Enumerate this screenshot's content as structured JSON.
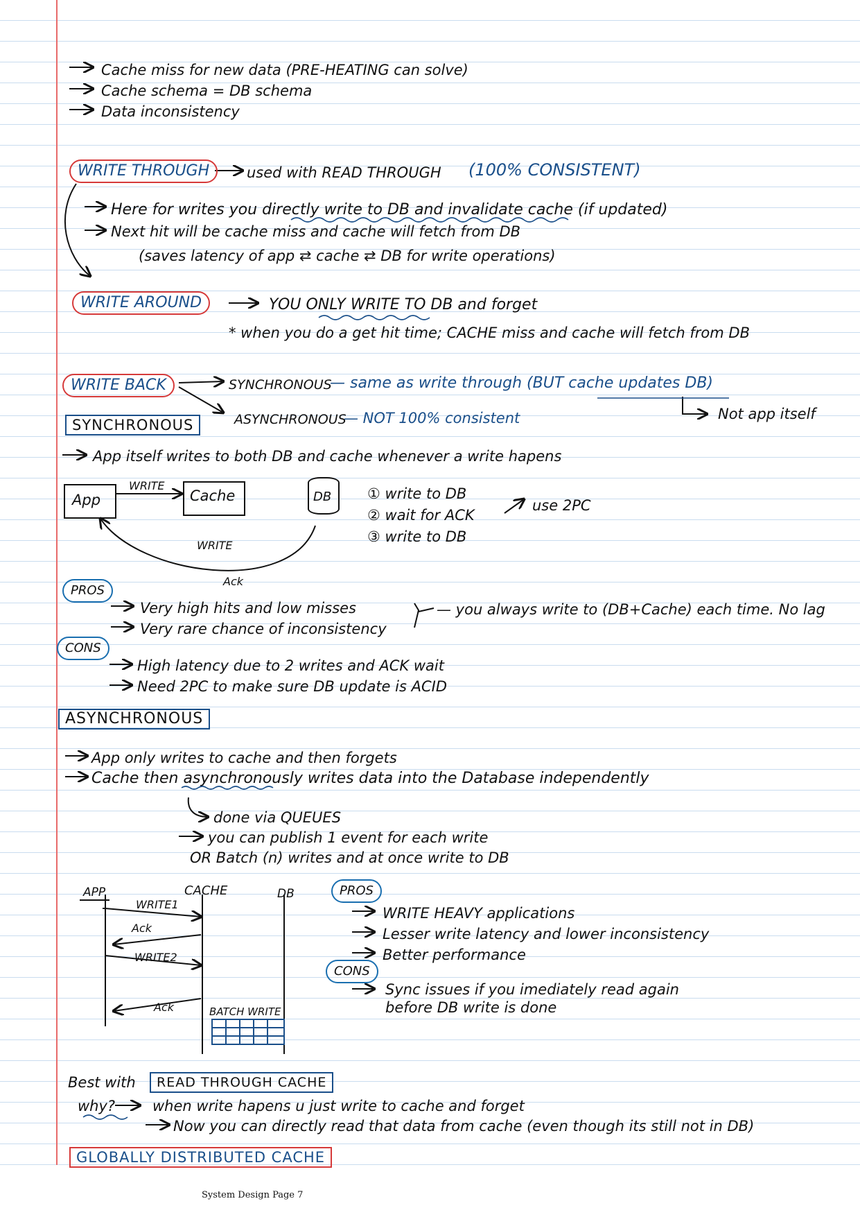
{
  "intro_lines": [
    "Cache miss for new data (PRE-HEATING can solve)",
    "Cache schema = DB schema",
    "Data inconsistency"
  ],
  "write_through": {
    "title": "WRITE THROUGH",
    "tagline": "used with READ THROUGH",
    "consistency": "(100% CONSISTENT)",
    "lines": [
      "Here for writes you directly write to DB and invalidate cache (if updated)",
      "Next hit will be cache miss and cache will fetch from DB",
      "(saves latency of app ⇄ cache ⇄ DB for write operations)"
    ]
  },
  "write_around": {
    "title": "WRITE AROUND",
    "line1": "YOU ONLY WRITE TO DB and forget",
    "line2": "* when you do a get hit time; CACHE miss and cache will fetch from DB"
  },
  "write_back": {
    "title": "WRITE BACK",
    "sync_label": "SYNCHRONOUS",
    "sync_desc": "— same as write through (BUT cache updates DB)",
    "async_label": "ASYNCHRONOUS",
    "async_desc": "— NOT 100% consistent",
    "not_app": "Not app itself"
  },
  "synchronous": {
    "heading": "SYNCHRONOUS",
    "desc": "App itself writes to both DB and cache whenever a write hapens",
    "diagram": {
      "app": "App",
      "cache": "Cache",
      "db": "DB",
      "write_top": "WRITE",
      "write_bottom": "WRITE",
      "ack": "Ack",
      "steps": [
        "write to DB",
        "wait for ACK",
        "write to DB"
      ],
      "note": "use 2PC"
    },
    "pros_label": "PROS",
    "pros": [
      "Very high hits and low misses",
      "Very rare chance of inconsistency"
    ],
    "pros_note": "— you always write to (DB+Cache) each time. No lag",
    "cons_label": "CONS",
    "cons": [
      "High latency due to 2 writes and ACK wait",
      "Need 2PC to make sure DB update is ACID"
    ]
  },
  "asynchronous": {
    "heading": "ASYNCHRONOUS",
    "lines": [
      "App only writes to cache and then forgets",
      "Cache then asynchronously writes data into the Database independently"
    ],
    "via": "done via QUEUES",
    "publish": "you can publish 1 event for each write",
    "batch": "OR Batch (n) writes and at once write to DB",
    "diagram": {
      "app": "APP",
      "cache": "CACHE",
      "db": "DB",
      "write1": "WRITE1",
      "ack1": "Ack",
      "write2": "WRITE2",
      "ack2": "Ack",
      "batch": "BATCH WRITE"
    },
    "pros_label": "PROS",
    "pros": [
      "WRITE HEAVY applications",
      "Lesser write latency and lower inconsistency",
      "Better performance"
    ],
    "cons_label": "CONS",
    "cons": [
      "Sync issues if you imediately read again before DB write is done"
    ]
  },
  "best_with": {
    "label": "Best with",
    "target": "READ THROUGH CACHE",
    "why": "why?",
    "reason1": "when write hapens u just write to cache and forget",
    "reason2": "Now you can directly read that data from cache (even though its still not in DB)"
  },
  "next_heading": "GLOBALLY DISTRIBUTED CACHE",
  "footer": "System Design Page 7"
}
